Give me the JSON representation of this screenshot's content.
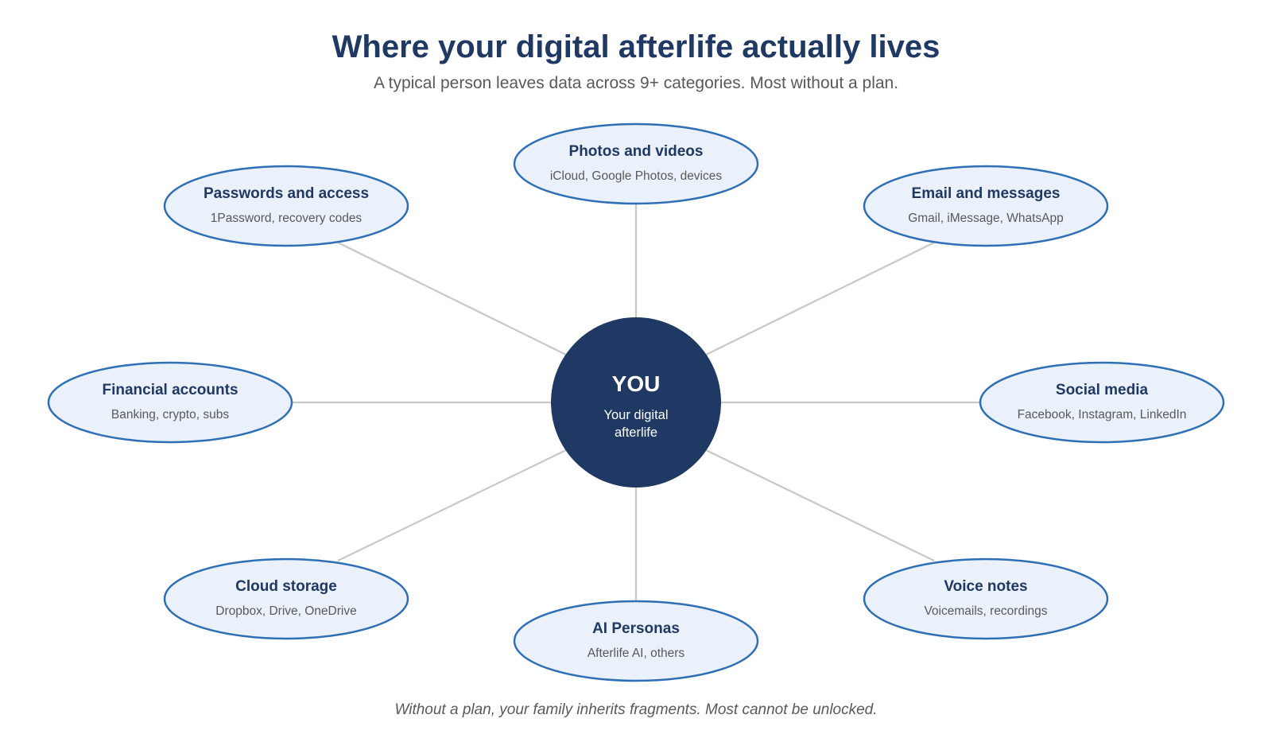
{
  "header": {
    "title": "Where your digital afterlife actually lives",
    "subtitle": "A typical person leaves data across 9+ categories. Most without a plan."
  },
  "center": {
    "title": "YOU",
    "subtitle_line1": "Your digital",
    "subtitle_line2": "afterlife"
  },
  "nodes": [
    {
      "id": "photos",
      "title": "Photos and videos",
      "desc": "iCloud, Google Photos, devices"
    },
    {
      "id": "email",
      "title": "Email and messages",
      "desc": "Gmail, iMessage, WhatsApp"
    },
    {
      "id": "social",
      "title": "Social media",
      "desc": "Facebook, Instagram, LinkedIn"
    },
    {
      "id": "voice",
      "title": "Voice notes",
      "desc": "Voicemails, recordings"
    },
    {
      "id": "ai",
      "title": "AI Personas",
      "desc": "Afterlife AI, others"
    },
    {
      "id": "cloud",
      "title": "Cloud storage",
      "desc": "Dropbox, Drive, OneDrive"
    },
    {
      "id": "financial",
      "title": "Financial accounts",
      "desc": "Banking, crypto, subs"
    },
    {
      "id": "passwords",
      "title": "Passwords and access",
      "desc": "1Password, recovery codes"
    }
  ],
  "footer": {
    "note": "Without a plan, your family inherits fragments. Most cannot be unlocked."
  },
  "colors": {
    "navy": "#1f3864",
    "node_fill": "#eaf1fa",
    "node_stroke": "#2e6fb5",
    "connector": "#c8c8c8",
    "muted_text": "#595959"
  }
}
